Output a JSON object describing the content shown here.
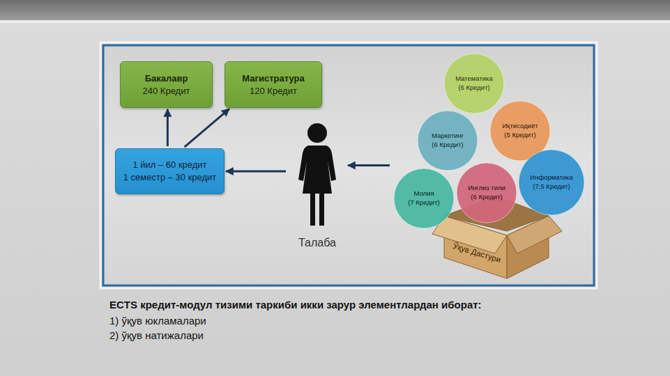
{
  "diagram": {
    "caption": "ECTS кредит-модул тизими таркиби икки зарур элементлардан иборат:",
    "nodes": [
      {
        "text": [
          "Бакалавр",
          "240 Кредит"
        ]
      },
      {
        "text": [
          "Магистратура",
          "120 Кредит"
        ]
      },
      {
        "text": [
          "1 йил – 60 кредит",
          "1 семестр – 30 кредит"
        ]
      },
      {
        "text": [
          "Талаба"
        ]
      },
      {
        "text": [
          "Ўқув Дастури"
        ]
      },
      {
        "text": [
          "Математика",
          "(6 Кредит)"
        ],
        "in": 4
      },
      {
        "text": [
          "Маркетинг",
          "(6 Кредит)"
        ],
        "in": 4
      },
      {
        "text": [
          "Иқтисодиёт",
          "(5 Кредит)"
        ],
        "in": 4
      },
      {
        "text": [
          "Молия",
          "(7 Кредит)"
        ],
        "in": 4
      },
      {
        "text": [
          "Инглиз тили",
          "(6 Кредит)"
        ],
        "in": 4
      },
      {
        "text": [
          "Информатика",
          "(7,5 Кредит)"
        ],
        "in": 4
      }
    ],
    "edges": [
      {
        "from": 2,
        "to": 0,
        "arrow": "to"
      },
      {
        "from": 2,
        "to": 1,
        "arrow": "to"
      },
      {
        "from": 3,
        "to": 2,
        "arrow": "to"
      },
      {
        "from": 4,
        "to": 3,
        "arrow": "to"
      }
    ],
    "labels": [
      "1) ўқув юкламалари",
      "2) ўқув натижалари"
    ]
  }
}
